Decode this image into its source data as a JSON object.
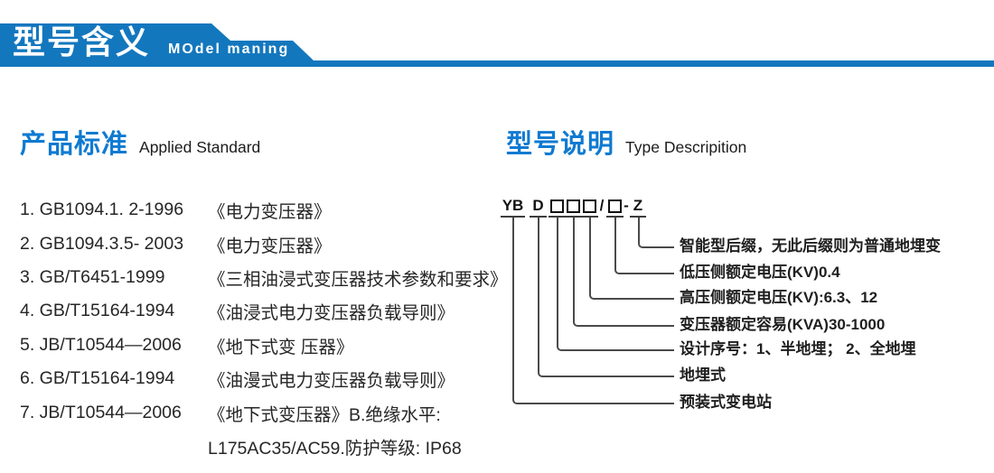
{
  "header": {
    "title_cn": "型号含义",
    "title_en": "MOdel maning"
  },
  "colors": {
    "banner_blue": "#1377be",
    "heading_blue": "#0f7ad1",
    "body_text": "#262626",
    "diagram_line": "#4a4a4a"
  },
  "standards": {
    "heading_cn": "产品标准",
    "heading_en": "Applied Standard",
    "items": [
      {
        "code": "1. GB1094.1. 2-1996",
        "title": "《电力变压器》"
      },
      {
        "code": "2. GB1094.3.5- 2003",
        "title": "《电力变压器》"
      },
      {
        "code": "3. GB/T6451-1999",
        "title": "《三相油浸式变压器技术参数和要求》"
      },
      {
        "code": "4. GB/T15164-1994",
        "title": "《油浸式电力变压器负载导则》"
      },
      {
        "code": "5. JB/T10544—2006",
        "title": "《地下式变 压器》"
      },
      {
        "code": "6. GB/T15164-1994",
        "title": "《油漫式电力变压器负载导则》"
      },
      {
        "code": "7. JB/T10544—2006",
        "title": "《地下式变压器》B.绝缘水平:",
        "title2": "L175AC35/AC59.防护等级: IP68"
      }
    ]
  },
  "model": {
    "heading_cn": "型号说明",
    "heading_en": "Type Descripition",
    "code": {
      "yb": "YB",
      "d": "D",
      "box": "□",
      "slash": "/",
      "dash": "-",
      "z": "Z"
    },
    "labels": [
      {
        "text": "智能型后缀，无此后缀则为普通地埋变"
      },
      {
        "text": "低压侧额定电压(KV)0.4"
      },
      {
        "text": "高压侧额定电压(KV):6.3、12"
      },
      {
        "text": "变压器额定容易(KVA)30-1000"
      },
      {
        "text": "设计序号：1、半地埋； 2、全地埋"
      },
      {
        "text": "地埋式"
      },
      {
        "text": "预装式变电站"
      }
    ]
  }
}
